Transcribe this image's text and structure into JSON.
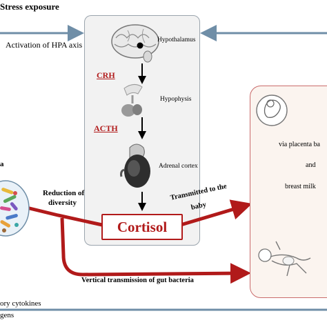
{
  "top_left_label": "Stress exposure",
  "hpa_label": "Activation of HPA axis",
  "hypothalamus_label": "Hypothalamus",
  "crh_label": "CRH",
  "hypophysis_label": "Hypophysis",
  "acth_label": "ACTH",
  "adrenal_label": "Adrenal cortex",
  "cortisol_label": "Cortisol",
  "reduction_label_1": "Reduction of",
  "reduction_label_2": "diversity",
  "transmitted_label_1": "Transmitted to the",
  "transmitted_label_2": "baby",
  "vertical_label": "Vertical transmission of gut bacteria",
  "placenta_label": "via placenta ba",
  "and_label": "and",
  "breast_milk_label": "breast milk",
  "left_edge_label": "a",
  "bottom_label_1": "ory cytokines",
  "bottom_label_2": "gens",
  "colors": {
    "accent_red": "#b11a1a",
    "arrow_blue": "#6f8ea7",
    "box_border": "#9aa4ad",
    "right_box_border": "#c96a6a"
  },
  "icons": [
    "brain-icon",
    "pituitary-icon",
    "adrenal-gland-icon",
    "gut-bacteria-icon",
    "fetus-icon",
    "infant-icon"
  ]
}
